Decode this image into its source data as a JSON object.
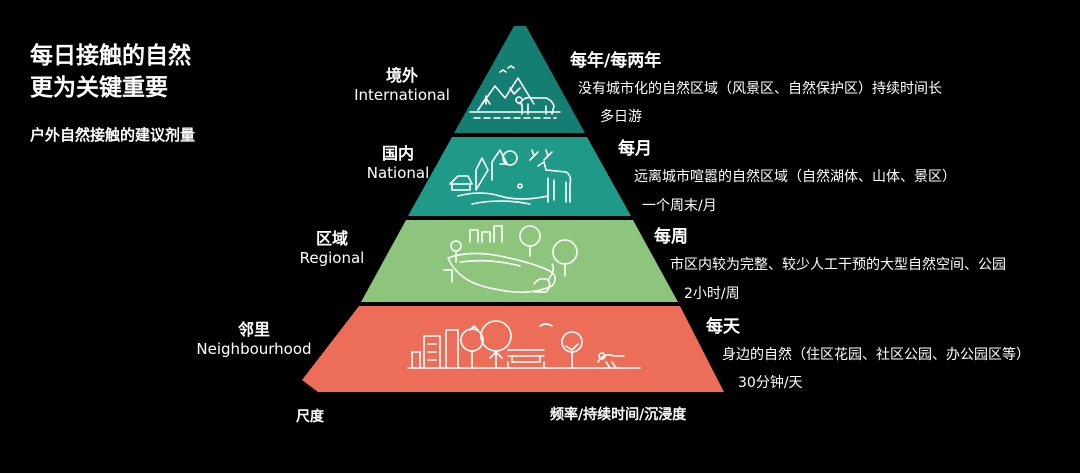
{
  "title_line1": "每日接触的自然",
  "title_line2": "更为关键重要",
  "subtitle": "户外自然接触的建议剂量",
  "levels": [
    {
      "name": "境外",
      "english": "International",
      "color": "#157E72",
      "frequency": "每年/每两年",
      "description": "没有城市化的自然区域（风景区、自然保护区）持续时间长",
      "duration": "多日游",
      "icon": "mountain-bear-icon"
    },
    {
      "name": "国内",
      "english": "National",
      "color": "#1F9A88",
      "frequency": "每月",
      "description": "远离城市喧嚣的自然区域（自然湖体、山体、景区）",
      "duration": "一个周末/月",
      "icon": "deer-cabin-icon"
    },
    {
      "name": "区域",
      "english": "Regional",
      "color": "#8DC57C",
      "frequency": "每周",
      "description": "市区内较为完整、较少人工干预的大型自然空间、公园",
      "duration": "2小时/周",
      "icon": "park-squirrel-icon"
    },
    {
      "name": "邻里",
      "english": "Neighbourhood",
      "color": "#EC6E58",
      "frequency": "每天",
      "description": "身边的自然（住区花园、社区公园、办公园区等）",
      "duration": "30分钟/天",
      "icon": "city-bench-bird-icon"
    }
  ],
  "axis_left": "尺度",
  "axis_right": "频率/持续时间/沉浸度"
}
